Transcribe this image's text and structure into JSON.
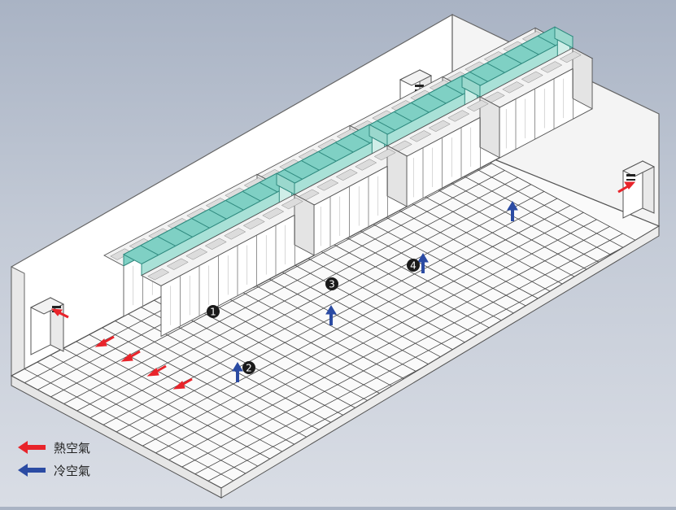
{
  "diagram": {
    "labels": [
      {
        "id": "1",
        "text": "1"
      },
      {
        "id": "2",
        "text": "2"
      },
      {
        "id": "3",
        "text": "3"
      },
      {
        "id": "4",
        "text": "4"
      }
    ]
  },
  "legend": {
    "hot_air": "熱空氣",
    "cold_air": "冷空氣"
  },
  "colors": {
    "hot": "#e8242b",
    "cold": "#2b4ba3",
    "glass": "#7fd0c4",
    "glass_edge": "#2f8a7f",
    "wall": "#ffffff",
    "outline": "#555555"
  }
}
